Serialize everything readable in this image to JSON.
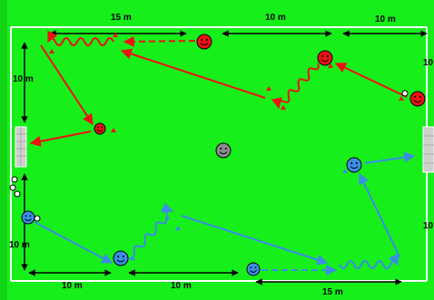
{
  "diagram": {
    "dimension_labels": {
      "top_left": "15 m",
      "top_middle": "10 m",
      "top_right": "10 m",
      "left_top": "10 m",
      "left_bottom": "10 m",
      "right_top": "10",
      "right_bottom": "10",
      "bottom_left": "10 m",
      "bottom_middle": "10 m",
      "bottom_right": "15 m"
    },
    "colors": {
      "field": "#16ef1a",
      "red_team": "#ee1111",
      "blue_team": "#3a8ee6",
      "neutral_player": "#8a8a8a",
      "lines": "#ffffff"
    },
    "teams": {
      "red_players": 4,
      "blue_players": 4,
      "neutral_players": 1
    }
  }
}
